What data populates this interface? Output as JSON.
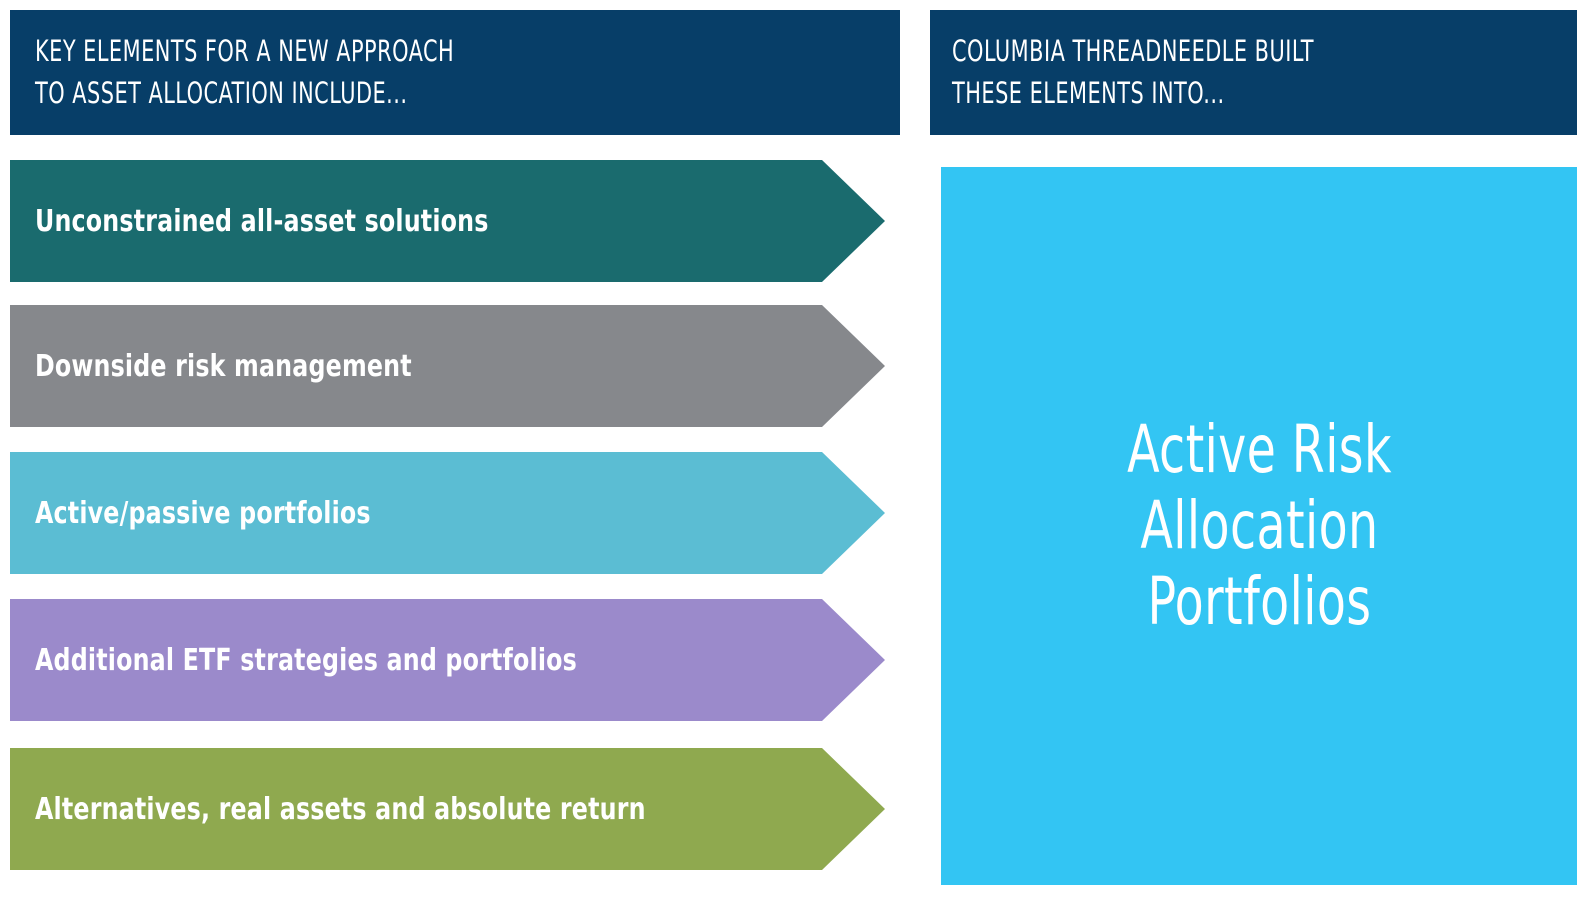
{
  "columns": {
    "left": {
      "header": {
        "line1": "KEY ELEMENTS FOR A NEW APPROACH",
        "line2": "TO ASSET ALLOCATION INCLUDE...",
        "background": "#073E68",
        "text_color": "#FFFFFF"
      },
      "items": [
        {
          "label": "Unconstrained all-asset solutions",
          "color": "#1A6B6E"
        },
        {
          "label": "Downside risk management",
          "color": "#86888C"
        },
        {
          "label": "Active/passive portfolios",
          "color": "#5BBDD3"
        },
        {
          "label": "Additional ETF strategies and portfolios",
          "color": "#9B8ACB"
        },
        {
          "label": "Alternatives, real assets and absolute return",
          "color": "#8FA94F"
        }
      ]
    },
    "right": {
      "header": {
        "line1": "COLUMBIA THREADNEEDLE BUILT",
        "line2": "THESE ELEMENTS INTO...",
        "background": "#073E68",
        "text_color": "#FFFFFF"
      },
      "outcome": {
        "line1": "Active Risk",
        "line2": "Allocation",
        "line3": "Portfolios",
        "background": "#33C5F3",
        "text_color": "#FFFFFF"
      }
    }
  }
}
